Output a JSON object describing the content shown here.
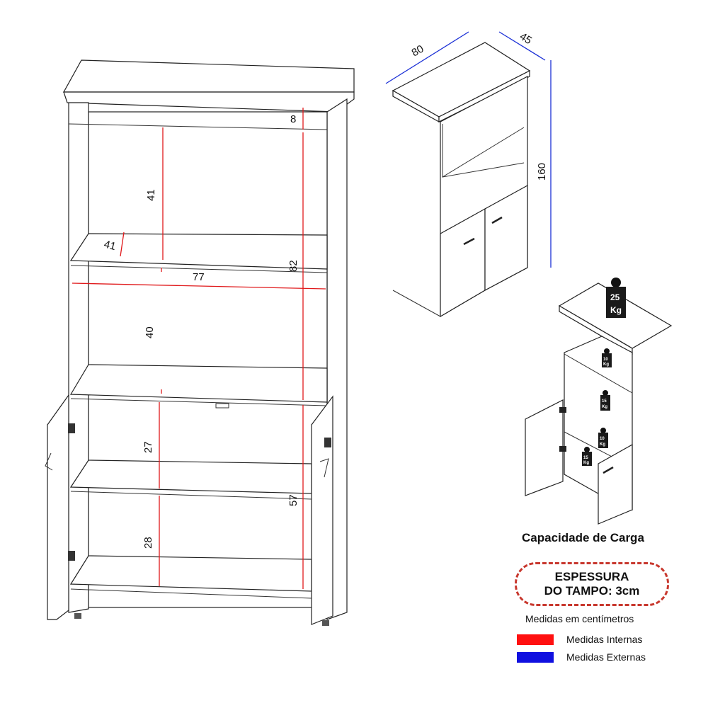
{
  "front_view": {
    "dimensions": {
      "top_gap": "8",
      "upper_shelf_height": "41",
      "shelf_depth": "41",
      "upper_section_height": "82",
      "internal_width": "77",
      "middle_shelf_height": "40",
      "cabinet_upper_height": "27",
      "cabinet_lower_height": "28",
      "cabinet_section_height": "57"
    }
  },
  "iso_view": {
    "dimensions": {
      "width": "80",
      "depth": "45",
      "height": "160"
    }
  },
  "load_view": {
    "weights": [
      {
        "value": "25",
        "unit": "Kg"
      },
      {
        "value": "10",
        "unit": "Kg"
      },
      {
        "value": "15",
        "unit": "Kg"
      },
      {
        "value": "10",
        "unit": "Kg"
      },
      {
        "value": "15",
        "unit": "Kg"
      }
    ]
  },
  "caption": "Capacidade de Carga",
  "thickness_note": {
    "line1": "ESPESSURA",
    "line2": "DO TAMPO: 3cm"
  },
  "units_note": "Medidas em centímetros",
  "legend": [
    {
      "label": "Medidas Internas",
      "color": "#ff1010"
    },
    {
      "label": "Medidas Externas",
      "color": "#1010e0"
    }
  ]
}
